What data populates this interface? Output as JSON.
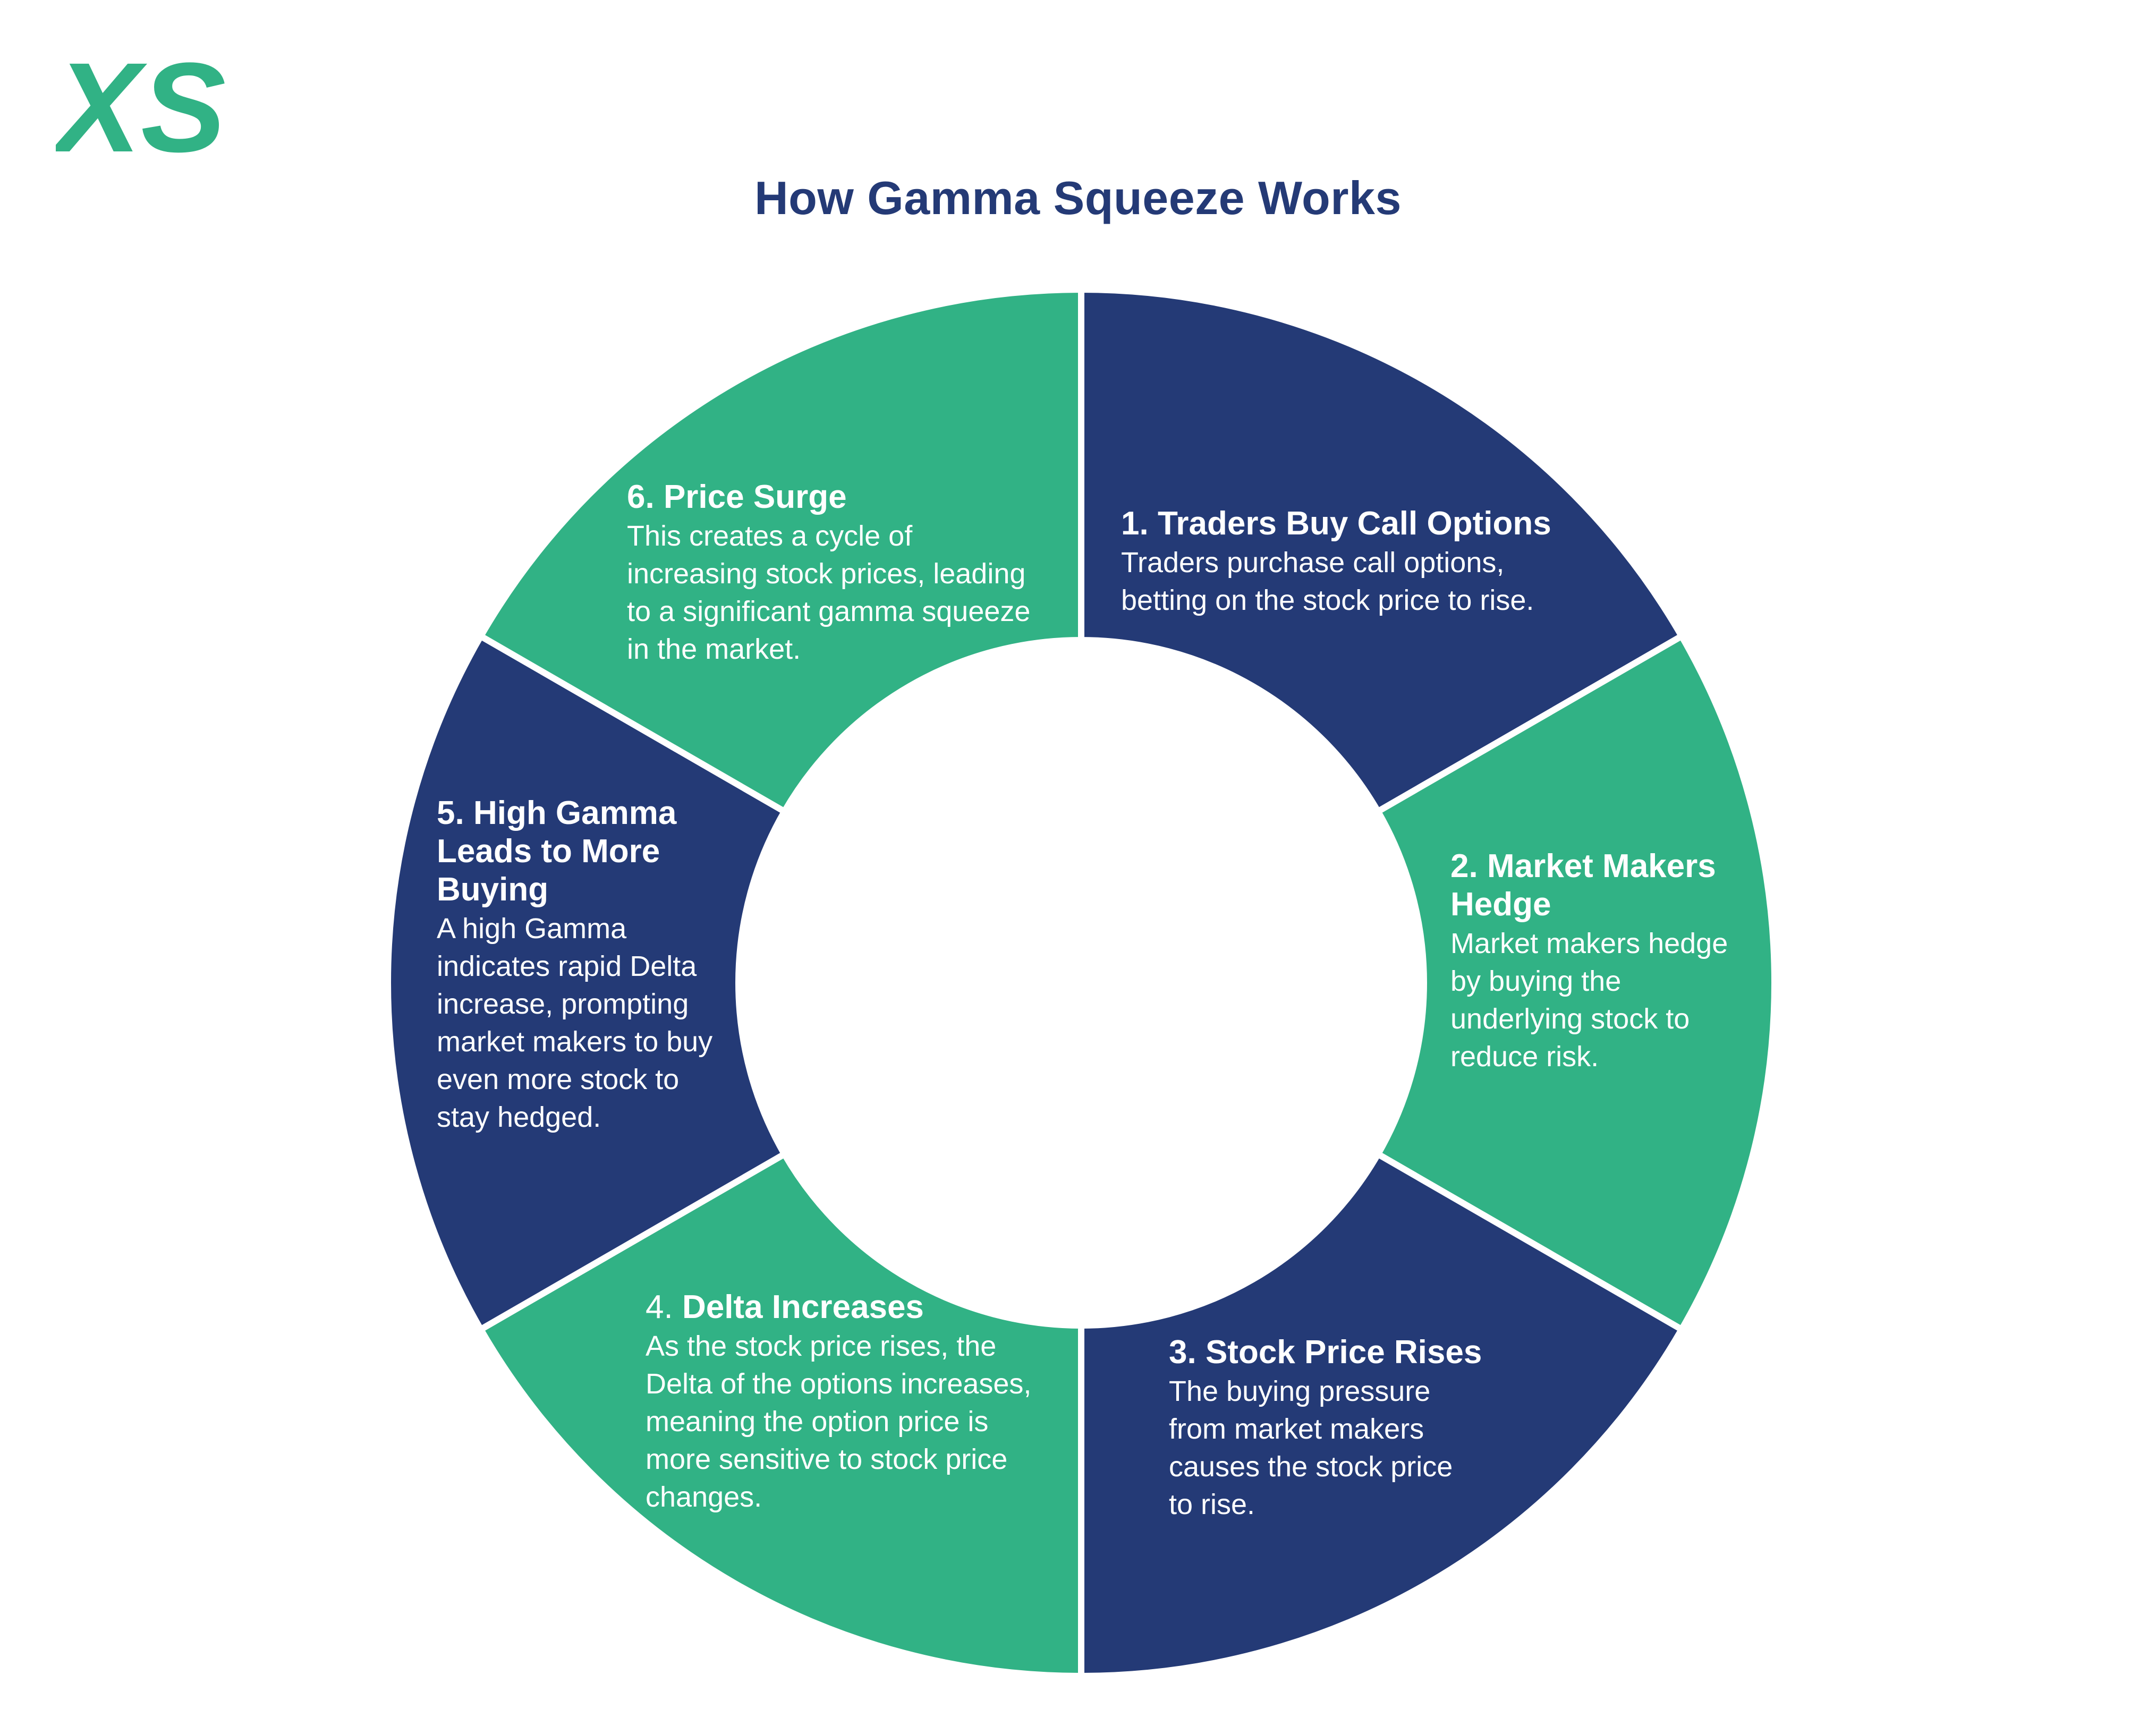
{
  "logo": {
    "text": "XS",
    "color": "#31b285"
  },
  "title": "How Gamma Squeeze Works",
  "colors": {
    "navy": "#243a76",
    "green": "#31b285",
    "white": "#ffffff"
  },
  "steps": [
    {
      "number": "1.",
      "title": "Traders Buy Call Options",
      "lines": [
        "Traders purchase call options,",
        "betting on the stock price to rise."
      ],
      "color": "navy"
    },
    {
      "number": "2.",
      "title_lines": [
        "Market Makers",
        "Hedge"
      ],
      "lines": [
        "Market makers hedge",
        "by buying the",
        "underlying stock to",
        "reduce risk."
      ],
      "color": "green"
    },
    {
      "number": "3.",
      "title": "Stock Price Rises",
      "lines": [
        "The buying pressure",
        "from market makers",
        "causes the stock price",
        "to rise."
      ],
      "color": "navy"
    },
    {
      "number": "4.",
      "title": "Delta Increases",
      "lines": [
        "As the stock price rises, the",
        "Delta of the options increases,",
        "meaning the option price is",
        "more sensitive to stock price",
        "changes."
      ],
      "color": "green"
    },
    {
      "number": "5.",
      "title_lines": [
        "High Gamma",
        "Leads to More",
        "Buying"
      ],
      "lines": [
        "A high Gamma",
        "indicates rapid Delta",
        "increase, prompting",
        "market makers to buy",
        "even more stock to",
        "stay hedged."
      ],
      "color": "navy"
    },
    {
      "number": "6.",
      "title": "Price Surge",
      "lines": [
        "This creates a cycle of",
        "increasing stock prices, leading",
        "to a significant gamma squeeze",
        "in the market."
      ],
      "color": "green"
    }
  ]
}
